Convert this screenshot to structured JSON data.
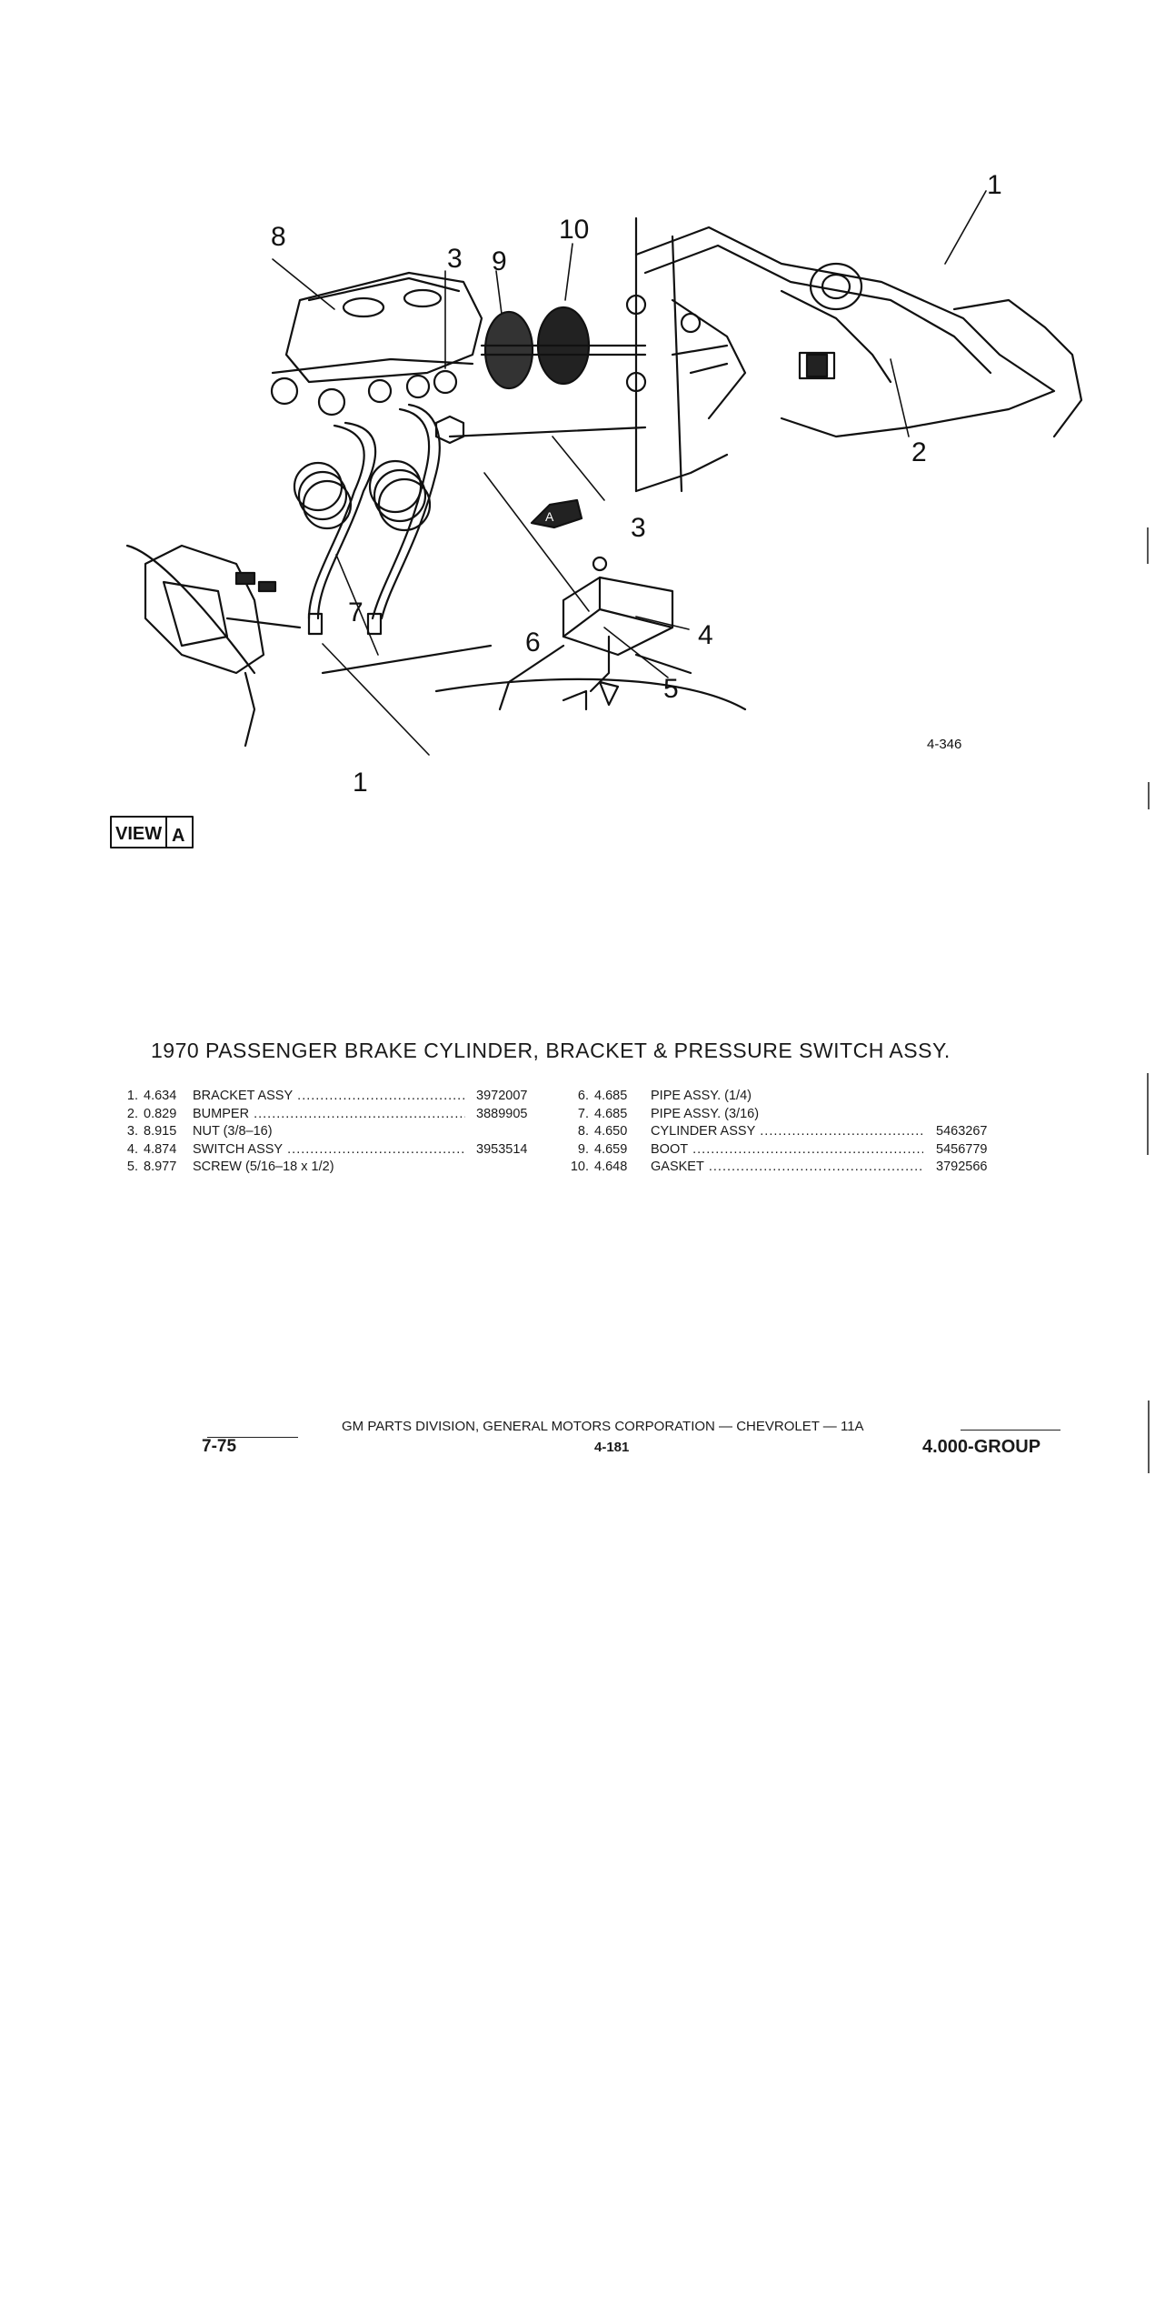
{
  "diagram": {
    "figure_number": "4-346",
    "view_label_word": "VIEW",
    "view_label_letter": "A",
    "view_arrow_letter": "A",
    "callouts": [
      "1",
      "8",
      "3",
      "9",
      "10",
      "2",
      "3",
      "7",
      "6",
      "4",
      "5",
      "1"
    ]
  },
  "title": "1970 PASSENGER BRAKE CYLINDER, BRACKET & PRESSURE SWITCH ASSY.",
  "parts_left": [
    {
      "num": "1.",
      "code": "4.634",
      "name": "BRACKET ASSY",
      "part": "3972007",
      "dots": true
    },
    {
      "num": "2.",
      "code": "0.829",
      "name": "BUMPER",
      "part": "3889905",
      "dots": true
    },
    {
      "num": "3.",
      "code": "8.915",
      "name": "NUT (3/8–16)",
      "part": "",
      "dots": false
    },
    {
      "num": "4.",
      "code": "4.874",
      "name": "SWITCH ASSY",
      "part": "3953514",
      "dots": true
    },
    {
      "num": "5.",
      "code": "8.977",
      "name": "SCREW (5/16–18 x 1/2)",
      "part": "",
      "dots": false
    }
  ],
  "parts_right": [
    {
      "num": "6.",
      "code": "4.685",
      "name": "PIPE ASSY. (1/4)",
      "part": "",
      "dots": false
    },
    {
      "num": "7.",
      "code": "4.685",
      "name": "PIPE ASSY. (3/16)",
      "part": "",
      "dots": false
    },
    {
      "num": "8.",
      "code": "4.650",
      "name": "CYLINDER ASSY",
      "part": "5463267",
      "dots": true
    },
    {
      "num": "9.",
      "code": "4.659",
      "name": "BOOT",
      "part": "5456779",
      "dots": true
    },
    {
      "num": "10.",
      "code": "4.648",
      "name": "GASKET",
      "part": "3792566",
      "dots": true
    }
  ],
  "footer": {
    "line": "GM PARTS DIVISION, GENERAL MOTORS CORPORATION — CHEVROLET — 11A",
    "left": "7-75",
    "center": "4-181",
    "right": "4.000-GROUP"
  }
}
